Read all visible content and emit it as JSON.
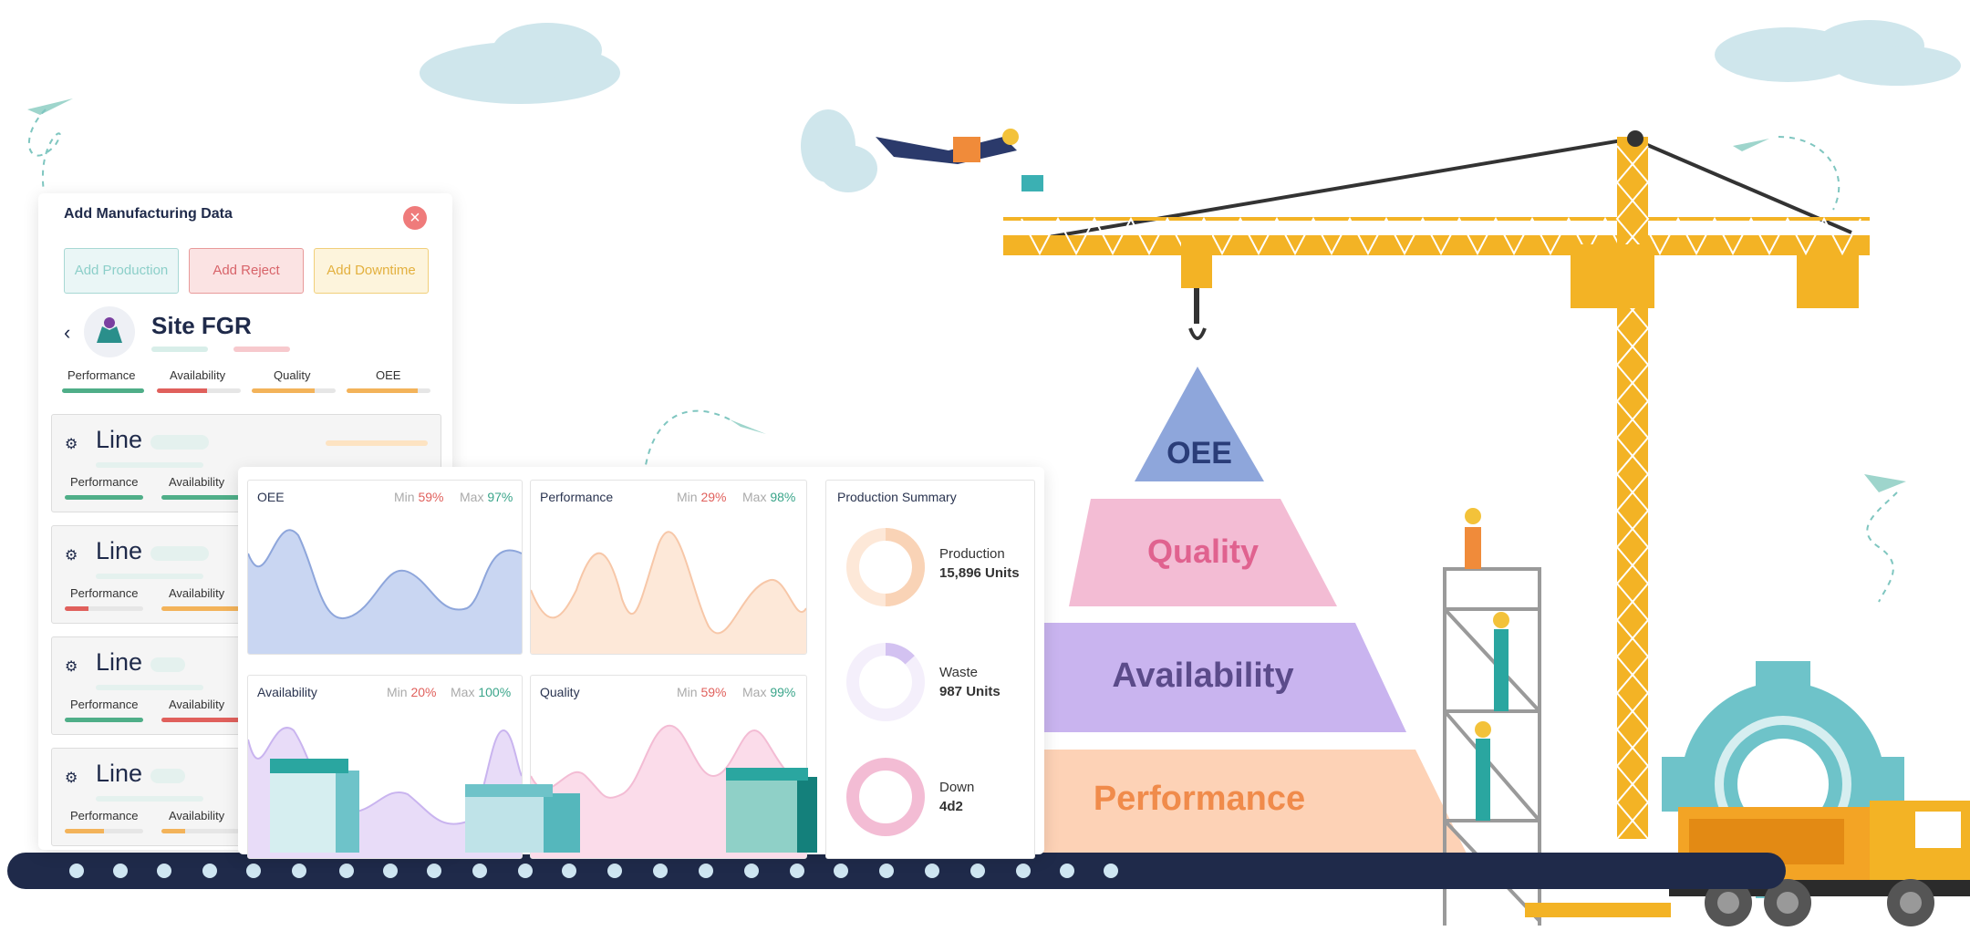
{
  "panel": {
    "title": "Add Manufacturing Data",
    "close_icon": "close-icon",
    "buttons": [
      "Add Production",
      "Add Reject",
      "Add Downtime"
    ],
    "site": {
      "name": "Site FGR",
      "back_icon": "chevron-left-icon",
      "icon": "map-pin-icon"
    },
    "metrics": [
      "Performance",
      "Availability",
      "Quality",
      "OEE"
    ],
    "lines": [
      {
        "name": "Line",
        "labels": [
          "Performance",
          "Availability"
        ]
      },
      {
        "name": "Line",
        "labels": [
          "Performance",
          "Availability"
        ]
      },
      {
        "name": "Line",
        "labels": [
          "Performance",
          "Availability"
        ]
      },
      {
        "name": "Line",
        "labels": [
          "Performance",
          "Availability"
        ]
      }
    ]
  },
  "dashboard": {
    "charts": [
      {
        "title": "OEE",
        "min_label": "Min",
        "min": "59%",
        "max_label": "Max",
        "max": "97%",
        "color": "#c9d6f2"
      },
      {
        "title": "Performance",
        "min_label": "Min",
        "min": "29%",
        "max_label": "Max",
        "max": "98%",
        "color": "#fde8d8"
      },
      {
        "title": "Availability",
        "min_label": "Min",
        "min": "20%",
        "max_label": "Max",
        "max": "100%",
        "color": "#e8dcf8"
      },
      {
        "title": "Quality",
        "min_label": "Min",
        "min": "59%",
        "max_label": "Max",
        "max": "99%",
        "color": "#fbdcea"
      }
    ],
    "summary": {
      "title": "Production Summary",
      "items": [
        {
          "label": "Production",
          "value": "15,896 Units"
        },
        {
          "label": "Waste",
          "value": "987 Units"
        },
        {
          "label": "Down",
          "value": "4d2"
        }
      ]
    }
  },
  "pyramid": {
    "levels": [
      "OEE",
      "Quality",
      "Availability",
      "Performance"
    ],
    "colors": [
      "#8ea6db",
      "#f3bcd4",
      "#c9b4ef",
      "#fdd2b6"
    ],
    "text_colors": [
      "#2a3d78",
      "#e0628f",
      "#5b4b8a",
      "#f08b4b"
    ]
  }
}
